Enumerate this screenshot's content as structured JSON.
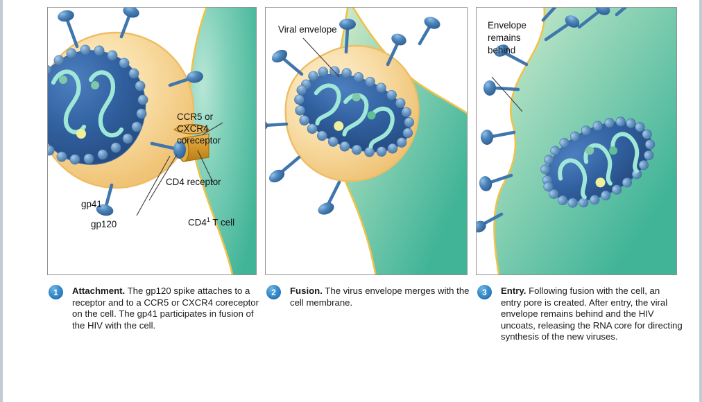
{
  "figure": {
    "title": "HIV entry into a CD4 T cell",
    "accent_blue": "#2b7fc4",
    "envelope_color": "#f2c86a",
    "cell_color": "#5cbfa6",
    "capsid_color": "#2f5f9e",
    "rna_color": "#9fe8d8",
    "spike_color": "#3f76ad",
    "receptor_color": "#d59a2e"
  },
  "panels": [
    {
      "number": "1",
      "caption_bold": "Attachment.",
      "caption_text": " The gp120 spike attaches to a receptor and to a CCR5 or CXCR4 coreceptor on the cell. The gp41 participates in fusion of the HIV with the cell.",
      "labels": {
        "coreceptor_line1": "CCR5 or",
        "coreceptor_line2": "CXCR4",
        "coreceptor_line3": "coreceptor",
        "cd4_receptor": "CD4 receptor",
        "gp41": "gp41",
        "gp120": "gp120",
        "cell_name": "CD4",
        "cell_name_sup": "1",
        "cell_name_rest": " T cell"
      }
    },
    {
      "number": "2",
      "caption_bold": "Fusion.",
      "caption_text": " The virus envelope merges with the cell membrane.",
      "labels": {
        "viral_envelope": "Viral envelope"
      }
    },
    {
      "number": "3",
      "caption_bold": "Entry.",
      "caption_text": " Following fusion with the cell, an entry pore is created. After entry, the viral envelope remains behind and the HIV uncoats, releasing the RNA core for directing synthesis of the new viruses.",
      "labels": {
        "envelope_line1": "Envelope",
        "envelope_line2": "remains",
        "envelope_line3": "behind"
      }
    }
  ]
}
